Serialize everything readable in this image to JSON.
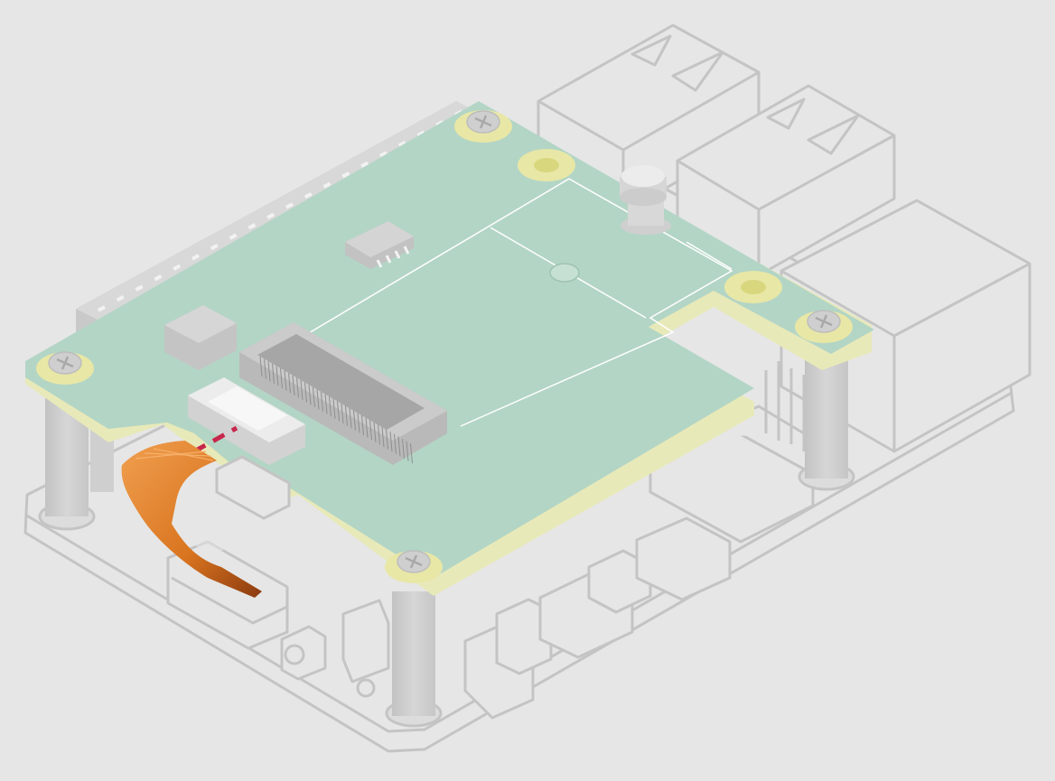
{
  "illustration": {
    "subject": "hat-board-mounted-on-single-board-computer",
    "colors": {
      "background": "#e6e6e6",
      "outline": "#c4c4c4",
      "board_fill": "#b3d5c5",
      "board_edge": "#e8e9b9",
      "mount_pad": "#e8e7a6",
      "connector": "#d2d2d2",
      "standoff": "#cfcfcf",
      "ribbon_cable": "#e07a2a",
      "alignment_marker": "#c8264c"
    },
    "icons": [
      "base-board-outline",
      "usb-port-stack",
      "ethernet-port",
      "gpio-header",
      "hat-board",
      "m2-slot",
      "ffc-connector",
      "ribbon-cable",
      "standoff",
      "screw",
      "thumb-screw"
    ]
  }
}
